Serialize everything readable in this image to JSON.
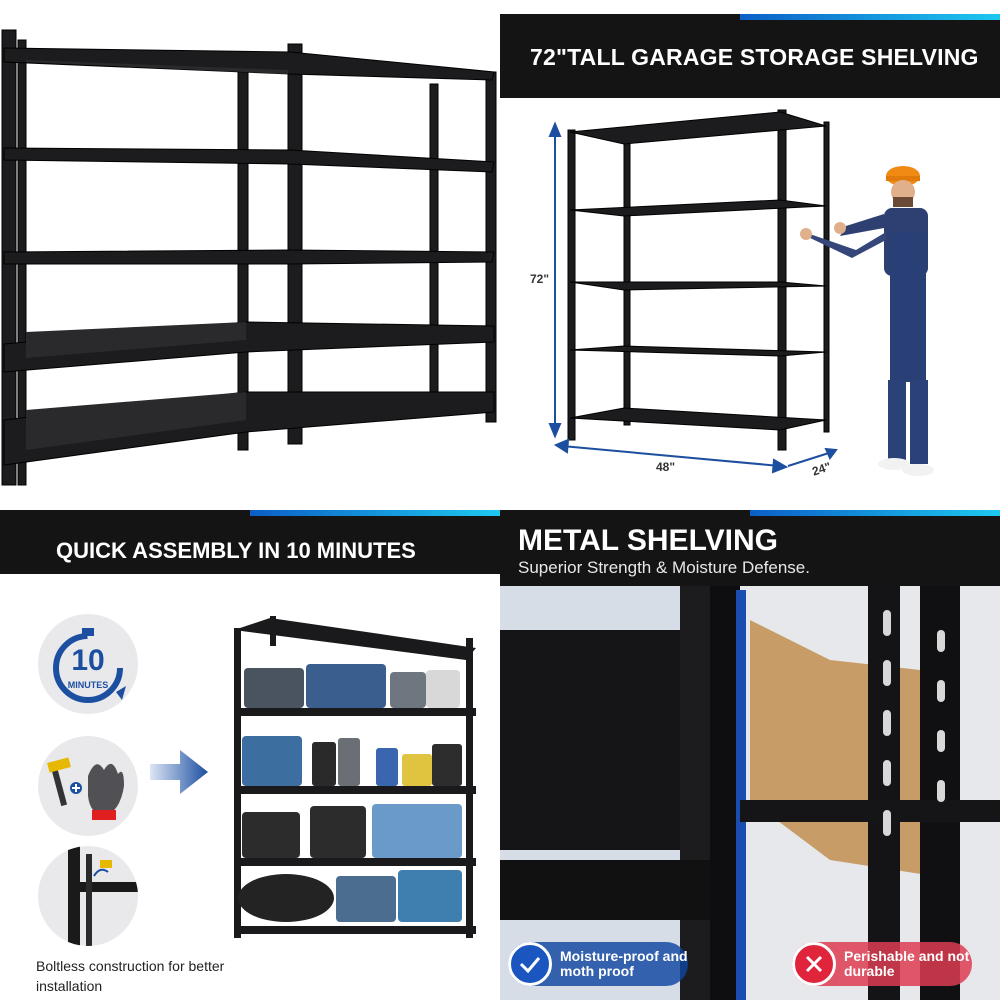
{
  "panels": {
    "height_panel": {
      "title": "72\"TALL GARAGE STORAGE SHELVING",
      "dim_height": "72\"",
      "dim_width": "48\"",
      "dim_depth": "24\""
    },
    "assembly_panel": {
      "title": "QUICK ASSEMBLY IN 10 MINUTES",
      "timer_number": "10",
      "timer_unit": "MINUTES",
      "caption": "Boltless construction for better installation"
    },
    "material_panel": {
      "title": "METAL SHELVING",
      "subtitle": "Superior Strength & Moisture Defense.",
      "good_badge": "Moisture-proof and moth proof",
      "bad_badge": "Perishable and not durable"
    }
  },
  "colors": {
    "banner": "#141414",
    "accent_start": "#0b5fc7",
    "accent_end": "#1ec8f0",
    "dimension_arrow": "#1d4fa0",
    "good": "#1a55c0",
    "bad": "#e0243c"
  },
  "icons": {
    "check": "check-icon",
    "cross": "x-icon",
    "arrow": "arrow-right-icon",
    "timer": "stopwatch-icon",
    "tools": "hammer-gloves-icon",
    "slot": "boltless-slot-icon"
  }
}
